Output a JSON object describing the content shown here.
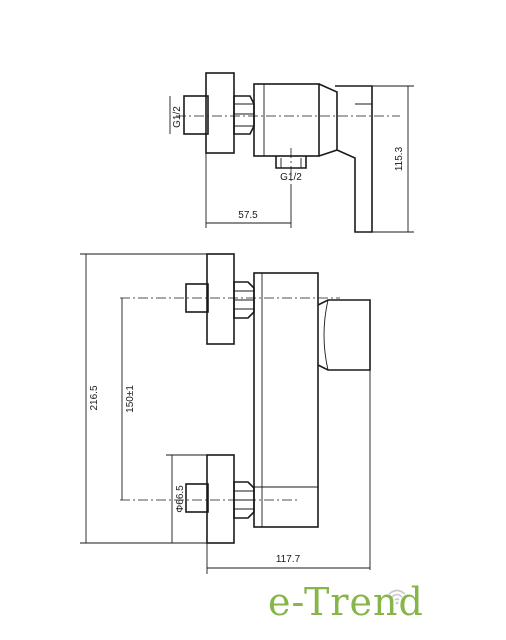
{
  "labels": {
    "thread_side": "G1/2",
    "thread_bottom": "G1/2",
    "dim_depth": "57.5",
    "dim_height_side": "115.3",
    "dim_total_height": "216.5",
    "dim_centers": "150±1",
    "dim_rosette": "Φ66.5",
    "dim_width": "117.7"
  },
  "brand": {
    "name": "e-Trend",
    "color": "#86b54a"
  },
  "colors": {
    "line": "#1a1a1a",
    "background": "#ffffff"
  }
}
